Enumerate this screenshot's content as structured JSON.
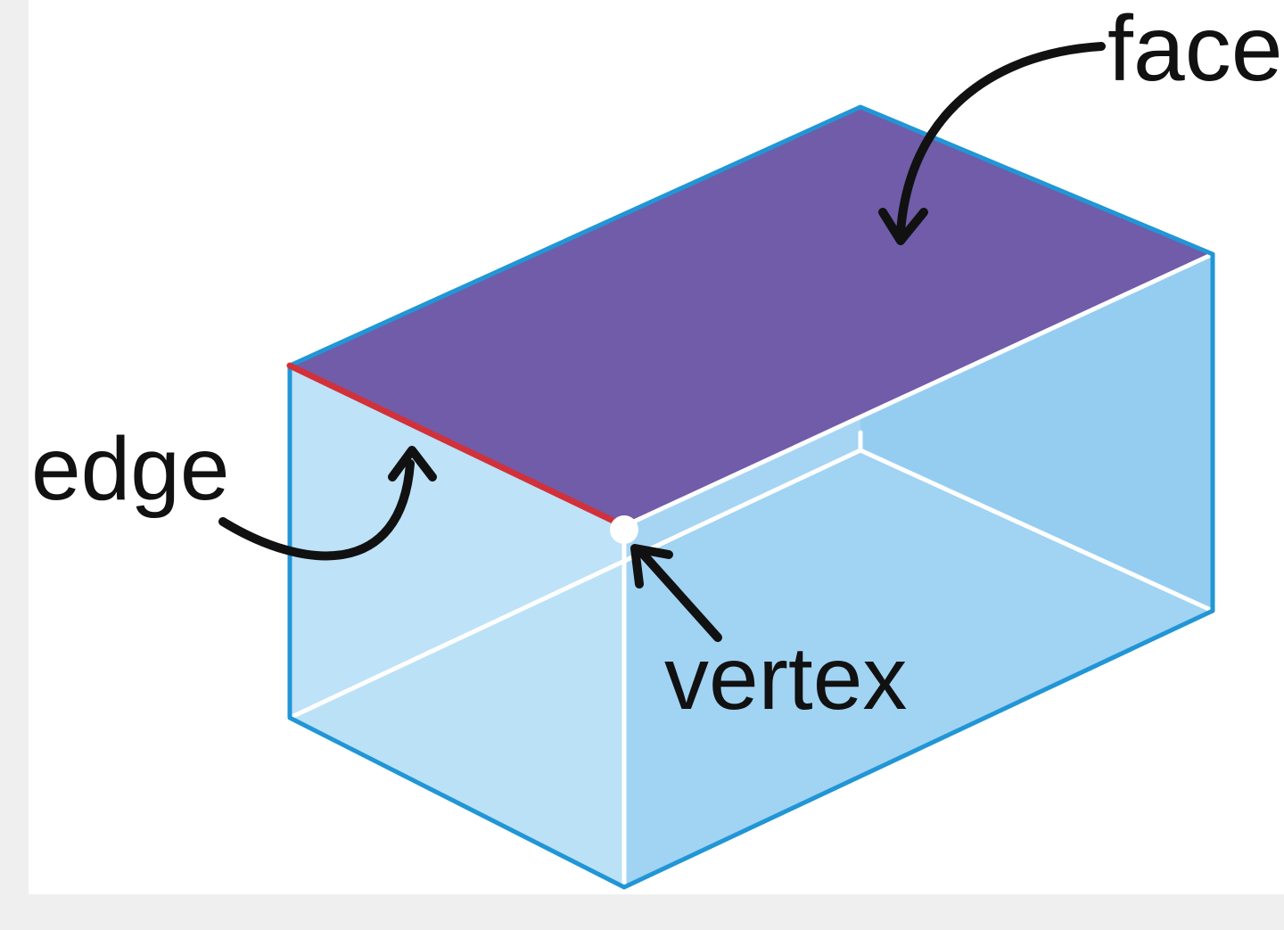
{
  "diagram": {
    "labels": {
      "face": "face",
      "edge": "edge",
      "vertex": "vertex"
    },
    "colors": {
      "background": "#ffffff",
      "page_border": "#efefef",
      "top_face": "#705ca8",
      "outline": "#2196d6",
      "highlight_edge": "#d1313a",
      "vertex_point": "#ffffff",
      "left_face": "#b9e0f6",
      "right_face": "#99cff1",
      "back_face": "#7ebbea",
      "bottom_face": "#d9effb",
      "hidden_edges": "#ffffff",
      "arrows": "#111111"
    }
  }
}
